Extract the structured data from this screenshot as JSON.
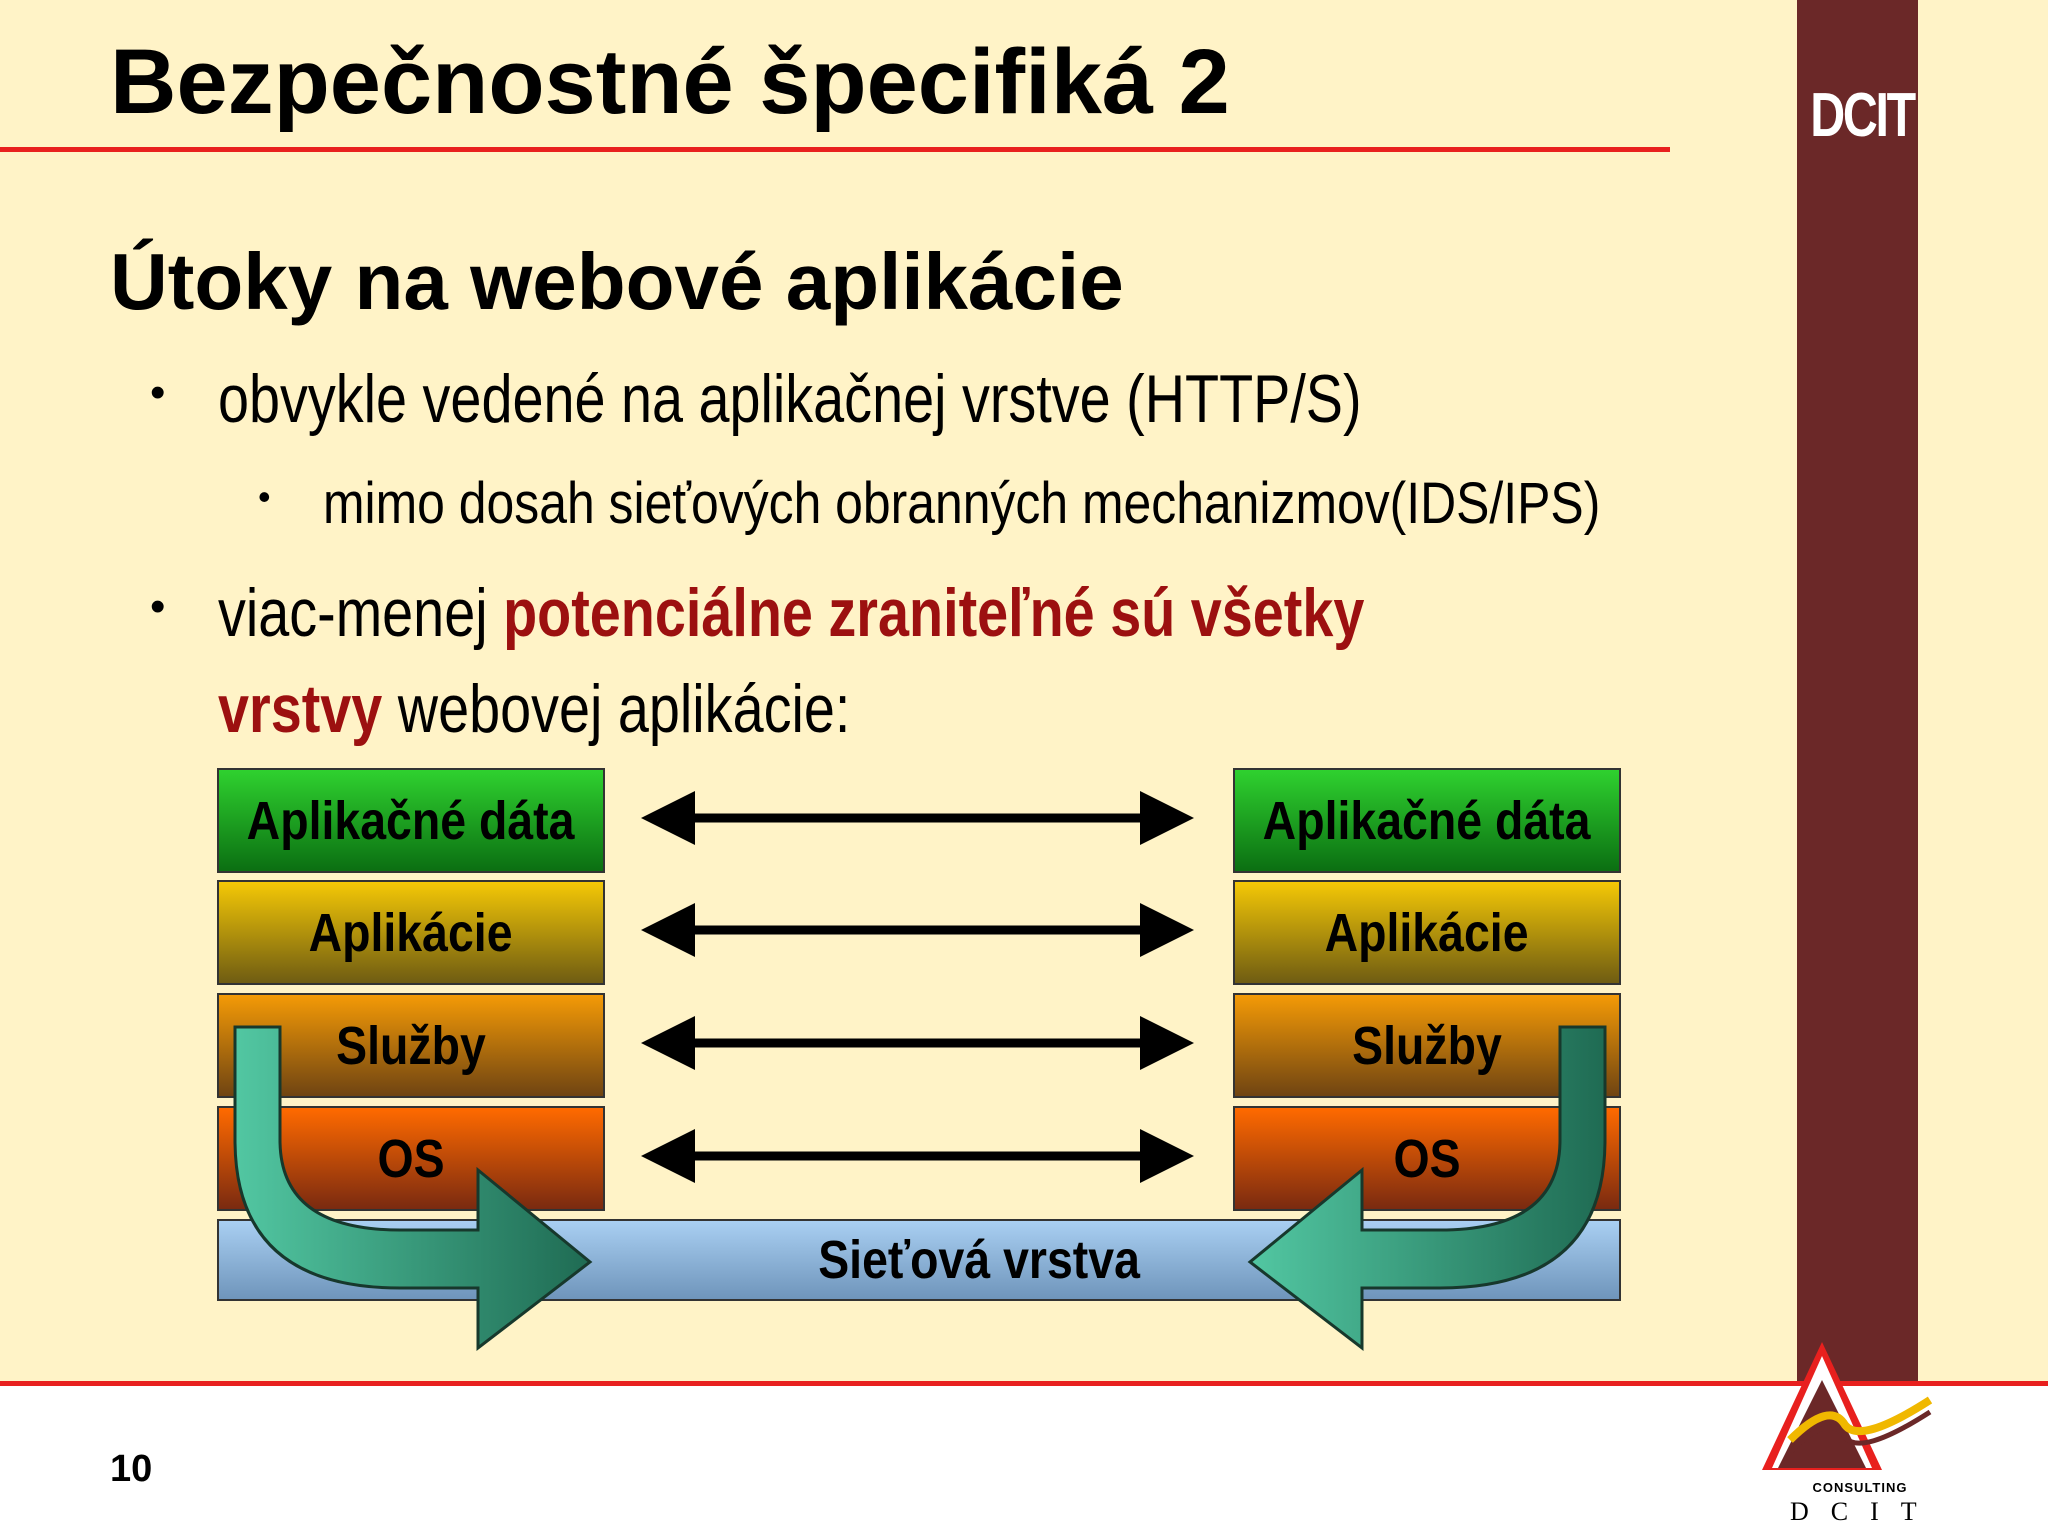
{
  "slide": {
    "title": "Bezpečnostné špecifiká 2",
    "brand": "DCIT",
    "subtitle": "Útoky na webové aplikácie",
    "bullets": {
      "b1": "obvykle vedené na aplikačnej vrstve (HTTP/S)",
      "b1_sub": "mimo dosah sieťových obranných mechanizmov(IDS/IPS)",
      "b2_pre": "viac-menej ",
      "b2_highlight_1": "potenciálne zraniteľné sú všetky",
      "b2_highlight_2": "vrstvy",
      "b2_post": " webovej aplikácie:"
    },
    "diagram": {
      "left_layers": [
        "Aplikačné dáta",
        "Aplikácie",
        "Služby",
        "OS"
      ],
      "right_layers": [
        "Aplikačné dáta",
        "Aplikácie",
        "Služby",
        "OS"
      ],
      "network_layer": "Sieťová vrstva"
    },
    "page_number": "10",
    "footer_logo": {
      "word": "CONSULTING",
      "letters": "DCIT"
    },
    "colors": {
      "accent_red": "#e8201e",
      "highlight_text": "#9c1010",
      "bar": "#6b2828",
      "background": "#fff3c7",
      "flow_arrow": "#2f7f66"
    }
  }
}
